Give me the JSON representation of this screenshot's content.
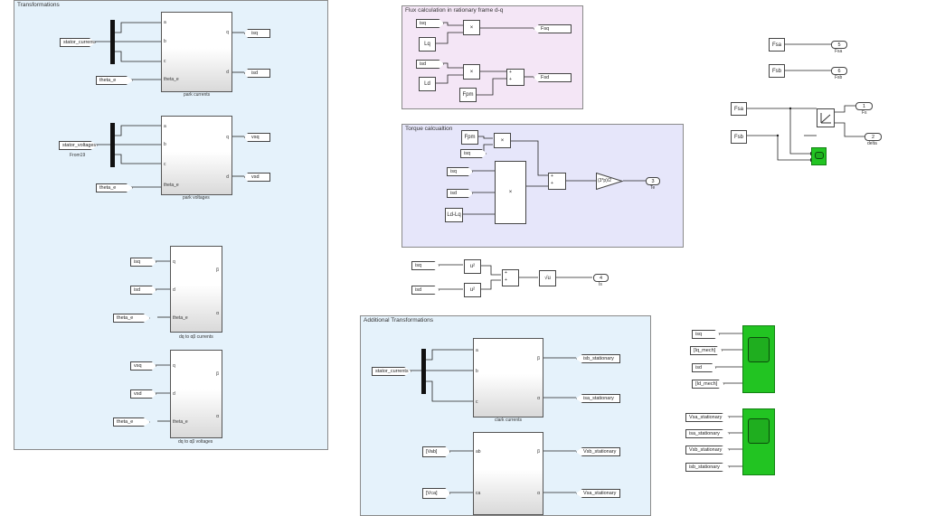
{
  "areas": {
    "transformations": "Transformations",
    "flux": "Flux calculation in rationary frame d-q",
    "torque": "Torque calcualtion",
    "additional": "Additional Transformations"
  },
  "blocks": {
    "park_currents": "park currents",
    "park_voltages": "park voltages",
    "dq_currents": "dq to αβ currents",
    "dq_voltages": "dq to αβ voltages",
    "clark_currents": "clark currents"
  },
  "ports": {
    "a": "a",
    "b": "b",
    "c": "c",
    "q": "q",
    "d": "d",
    "theta_e": "theta_e",
    "beta": "β",
    "alpha": "α",
    "ab": "ab",
    "ca": "ca"
  },
  "tags": {
    "stator_currents": "stator_currents",
    "stator_voltages": "stator_voltages",
    "from_label": "From19",
    "theta_e": "theta_e",
    "isq": "isq",
    "isd": "isd",
    "vsq": "vsq",
    "vsd": "vsd",
    "Lq": "Lq",
    "Ld": "Ld",
    "Fpm": "Fpm",
    "Fsq": "Fsq",
    "Fsd": "Fsd",
    "Ld_Lq": "Ld-Lq",
    "Fsa": "Fsa",
    "Fsb": "Fsb",
    "isb_stationary": "isb_stationary",
    "isa_stationary": "isa_stationary",
    "Vab": "[Vab]",
    "Vca": "[Vca]",
    "Vsb_stationary": "Vsb_stationary",
    "Vsa_stationary": "Vsa_stationary",
    "Isq_mech": "[Iq_mech]",
    "Isd_mech": "[Id_mech]"
  },
  "symbols": {
    "times": "×",
    "gain": "(3*p)/2",
    "sq": "u²",
    "sqrt": "√u",
    "plus": "+"
  },
  "outports": {
    "te": {
      "num": "3",
      "label": "Te"
    },
    "is": {
      "num": "4",
      "label": "Is"
    },
    "fsa": {
      "num": "5",
      "label": "Fsa"
    },
    "fsb": {
      "num": "6",
      "label": "Fsb"
    },
    "fs": {
      "num": "1",
      "label": "Fs"
    },
    "delta": {
      "num": "2",
      "label": "delta"
    }
  }
}
